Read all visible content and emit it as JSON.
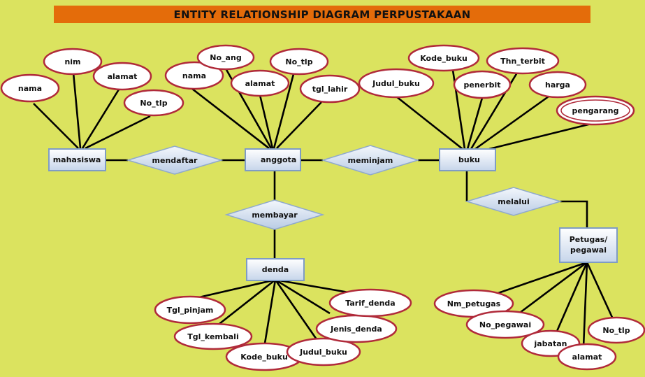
{
  "title": "ENTITY RELATIONSHIP DIAGRAM PERPUSTAKAAN",
  "entities": {
    "mahasiswa": "mahasiswa",
    "anggota": "anggota",
    "buku": "buku",
    "denda": "denda",
    "petugas_line1": "Petugas/",
    "petugas_line2": "pegawai"
  },
  "relationships": {
    "mendaftar": "mendaftar",
    "meminjam": "meminjam",
    "membayar": "membayar",
    "melalui": "melalui"
  },
  "attributes": {
    "mahasiswa": [
      "nama",
      "nim",
      "alamat",
      "No_tlp"
    ],
    "anggota": [
      "nama",
      "No_ang",
      "alamat",
      "No_tlp",
      "tgl_lahir"
    ],
    "buku": [
      "Judul_buku",
      "Kode_buku",
      "penerbit",
      "Thn_terbit",
      "harga",
      "pengarang"
    ],
    "denda": [
      "Tgl_pinjam",
      "Tgl_kembali",
      "Kode_buku",
      "Judul_buku",
      "Jenis_denda",
      "Tarif_denda"
    ],
    "petugas": [
      "Nm_petugas",
      "No_pegawai",
      "jabatan",
      "alamat",
      "No_tlp"
    ]
  },
  "colors": {
    "background": "#dbe35f",
    "title_bar": "#e46c0a",
    "attribute_border": "#b02a3a",
    "entity_fill": "#dce6f2",
    "entity_border": "#7f9cc4"
  }
}
